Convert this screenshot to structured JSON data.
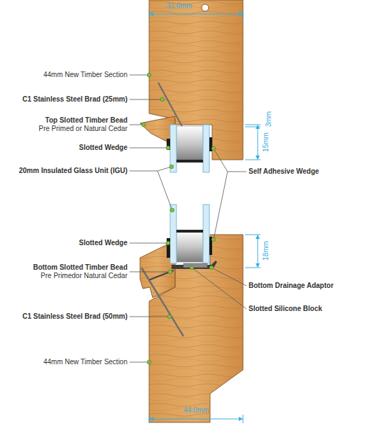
{
  "diagram": {
    "labels": [
      "31.0mm",
      "44mm New Timber Section",
      "C1 Stainless Steel Brad (25mm)",
      "Top Slotted Timber Bead",
      "Pre Primed or Natural Cedar",
      "Slotted Wedge",
      "3mm",
      "15mm",
      "20mm Insulated Glass Unit (IGU)",
      "Self Adhesive Wedge",
      "18mm",
      "Slotted Wedge",
      "Bottom Slotted Timber Bead",
      "Pre Primedor Natural Cedar",
      "Bottom Drainage Adaptor",
      "Slotted Silicone Block",
      "C1 Stainless Steel Brad (50mm)",
      "44mm New Timber Section",
      "44.0mm"
    ]
  }
}
